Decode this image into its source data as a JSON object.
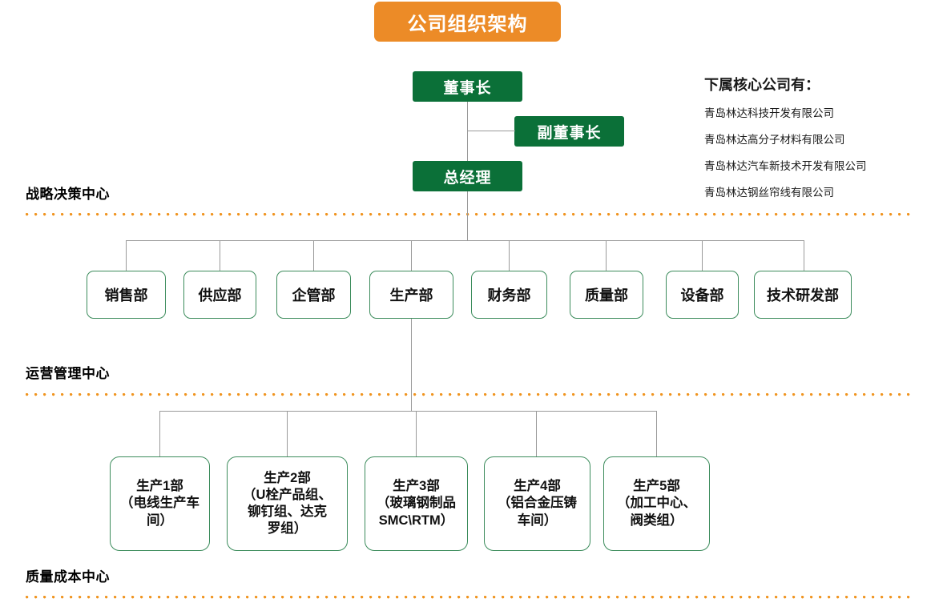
{
  "title": "公司组织架构",
  "colors": {
    "title_bg": "#EC8B27",
    "exec_box_bg": "#0B7038",
    "dept_border": "#3C8C5C",
    "connector": "#9A9A9A",
    "divider_dot": "#F0941F",
    "text": "#111111"
  },
  "executives": [
    {
      "id": "chairman",
      "label": "董事长"
    },
    {
      "id": "vice-chairman",
      "label": "副董事长"
    },
    {
      "id": "general-manager",
      "label": "总经理"
    }
  ],
  "bands": [
    {
      "id": "strategy",
      "label": "战略决策中心"
    },
    {
      "id": "operations",
      "label": "运营管理中心"
    },
    {
      "id": "quality-cost",
      "label": "质量成本中心"
    }
  ],
  "departments": [
    {
      "id": "sales",
      "label": "销售部"
    },
    {
      "id": "supply",
      "label": "供应部"
    },
    {
      "id": "enterprise-management",
      "label": "企管部"
    },
    {
      "id": "production",
      "label": "生产部"
    },
    {
      "id": "finance",
      "label": "财务部"
    },
    {
      "id": "quality",
      "label": "质量部"
    },
    {
      "id": "equipment",
      "label": "设备部"
    },
    {
      "id": "technology-rd",
      "label": "技术研发部"
    }
  ],
  "production_units": [
    {
      "id": "prod-1",
      "label": "生产1部\n（电线生产车\n间）"
    },
    {
      "id": "prod-2",
      "label": "生产2部\n（U栓产品组、\n铆钉组、达克\n罗组）"
    },
    {
      "id": "prod-3",
      "label": "生产3部\n（玻璃钢制品\nSMC\\RTM）"
    },
    {
      "id": "prod-4",
      "label": "生产4部\n（铝合金压铸\n车间）"
    },
    {
      "id": "prod-5",
      "label": "生产5部\n（加工中心、\n阀类组）"
    }
  ],
  "subsidiaries": {
    "heading": "下属核心公司有：",
    "items": [
      "青岛林达科技开发有限公司",
      "青岛林达高分子材料有限公司",
      "青岛林达汽车新技术开发有限公司",
      "青岛林达钢丝帘线有限公司"
    ]
  }
}
